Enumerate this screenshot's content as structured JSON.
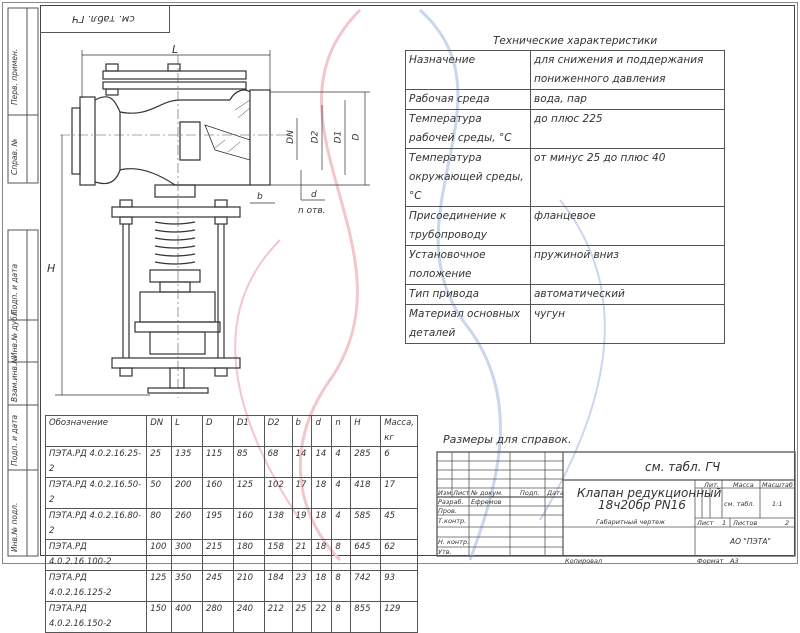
{
  "top_stamp": "см. табл. ГЧ",
  "side_stamps": [
    "Перв. примен.",
    "Справ. №",
    "Подп. и дата",
    "Инв.№ дубл.",
    "Взам.инв.№",
    "Подп. и дата",
    "Инв.№ подл."
  ],
  "drawing_labels": {
    "L": "L",
    "H": "H",
    "DN": "DN",
    "D2": "D2",
    "D1": "D1",
    "D": "D",
    "b": "b",
    "d": "d",
    "n_holes": "n отв."
  },
  "specs": {
    "title": "Технические характеристики",
    "rows": [
      {
        "name": "Назначение",
        "value": "для снижения и поддержания пониженного давления"
      },
      {
        "name": "Рабочая среда",
        "value": "вода, пар"
      },
      {
        "name": "Температура рабочей среды, °С",
        "value": "до плюс 225"
      },
      {
        "name": "Температура окружающей среды, °С",
        "value": "от минус 25 до плюс 40"
      },
      {
        "name": "Присоединение к трубопроводу",
        "value": "фланцевое"
      },
      {
        "name": "Установочное положение",
        "value": "пружиной вниз"
      },
      {
        "name": "Тип привода",
        "value": "автоматический"
      },
      {
        "name": "Материал основных деталей",
        "value": "чугун"
      }
    ]
  },
  "dims_table": {
    "headers": [
      "Обозначение",
      "DN",
      "L",
      "D",
      "D1",
      "D2",
      "b",
      "d",
      "n",
      "H",
      "Масса, кг"
    ],
    "rows": [
      [
        "ПЭТА.РД 4.0.2.16.25-2",
        "25",
        "135",
        "115",
        "85",
        "68",
        "14",
        "14",
        "4",
        "285",
        "6"
      ],
      [
        "ПЭТА.РД 4.0.2.16.50-2",
        "50",
        "200",
        "160",
        "125",
        "102",
        "17",
        "18",
        "4",
        "418",
        "17"
      ],
      [
        "ПЭТА.РД 4.0.2.16.80-2",
        "80",
        "260",
        "195",
        "160",
        "138",
        "19",
        "18",
        "4",
        "585",
        "45"
      ],
      [
        "ПЭТА.РД 4.0.2.16.100-2",
        "100",
        "300",
        "215",
        "180",
        "158",
        "21",
        "18",
        "8",
        "645",
        "62"
      ],
      [
        "ПЭТА.РД 4.0.2.16.125-2",
        "125",
        "350",
        "245",
        "210",
        "184",
        "23",
        "18",
        "8",
        "742",
        "93"
      ],
      [
        "ПЭТА.РД 4.0.2.16.150-2",
        "150",
        "400",
        "280",
        "240",
        "212",
        "25",
        "22",
        "8",
        "855",
        "129"
      ]
    ]
  },
  "note": "Размеры для справок.",
  "title_block": {
    "designation": "см. табл. ГЧ",
    "cols": [
      "Изм.",
      "Лист",
      "№ докум.",
      "Подп.",
      "Дата"
    ],
    "roles": [
      "Разраб.",
      "Пров.",
      "Т.контр.",
      "Н. контр.",
      "Утв."
    ],
    "developer": "Ефремов",
    "product_title": "Клапан редукционный",
    "product_code": "18ч20бр PN16",
    "doc_type": "Габаритный чертеж",
    "lit": "Лит.",
    "mass": "Масса",
    "scale": "Масштаб",
    "mass_value": "см. табл.",
    "scale_value": "1:1",
    "sheet_label": "Лист",
    "sheet": "1",
    "sheets_label": "Листов",
    "sheets": "2",
    "company": "АО \"ПЭТА\"",
    "copied": "Копировал",
    "format_label": "Формат",
    "format": "А3"
  }
}
